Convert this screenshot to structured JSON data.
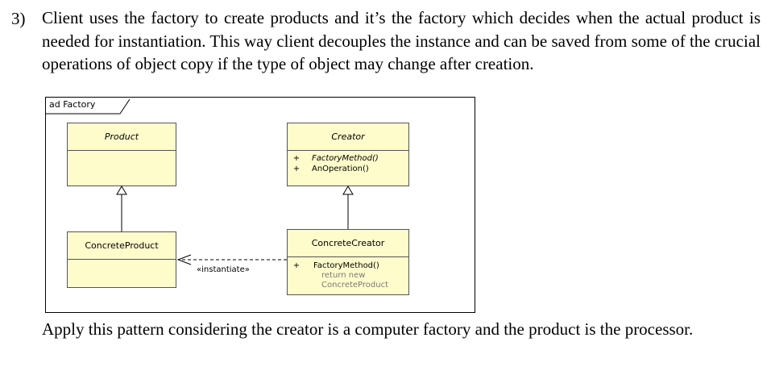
{
  "paragraph": {
    "number": "3)",
    "text": "Client uses the factory to create products and it’s the factory which decides when the actual product is needed for instantiation. This way client decouples the instance and can be saved from some of the crucial operations of object copy if the type of object may change after creation."
  },
  "diagram": {
    "frame_label": "ad Factory",
    "classes": {
      "product": {
        "name": "Product"
      },
      "creator": {
        "name": "Creator",
        "operations": [
          {
            "visibility": "+",
            "name": "FactoryMethod()"
          },
          {
            "visibility": "+",
            "name": "AnOperation()"
          }
        ]
      },
      "concrete_product": {
        "name": "ConcreteProduct"
      },
      "concrete_creator": {
        "name": "ConcreteCreator",
        "operations": [
          {
            "visibility": "+",
            "name": "FactoryMethod()"
          }
        ],
        "note_lines": [
          "return new",
          "ConcreteProduct"
        ]
      }
    },
    "dependency_label": "«instantiate»"
  },
  "closing": {
    "text": "Apply this pattern considering the creator is a computer factory and the product is the processor."
  }
}
